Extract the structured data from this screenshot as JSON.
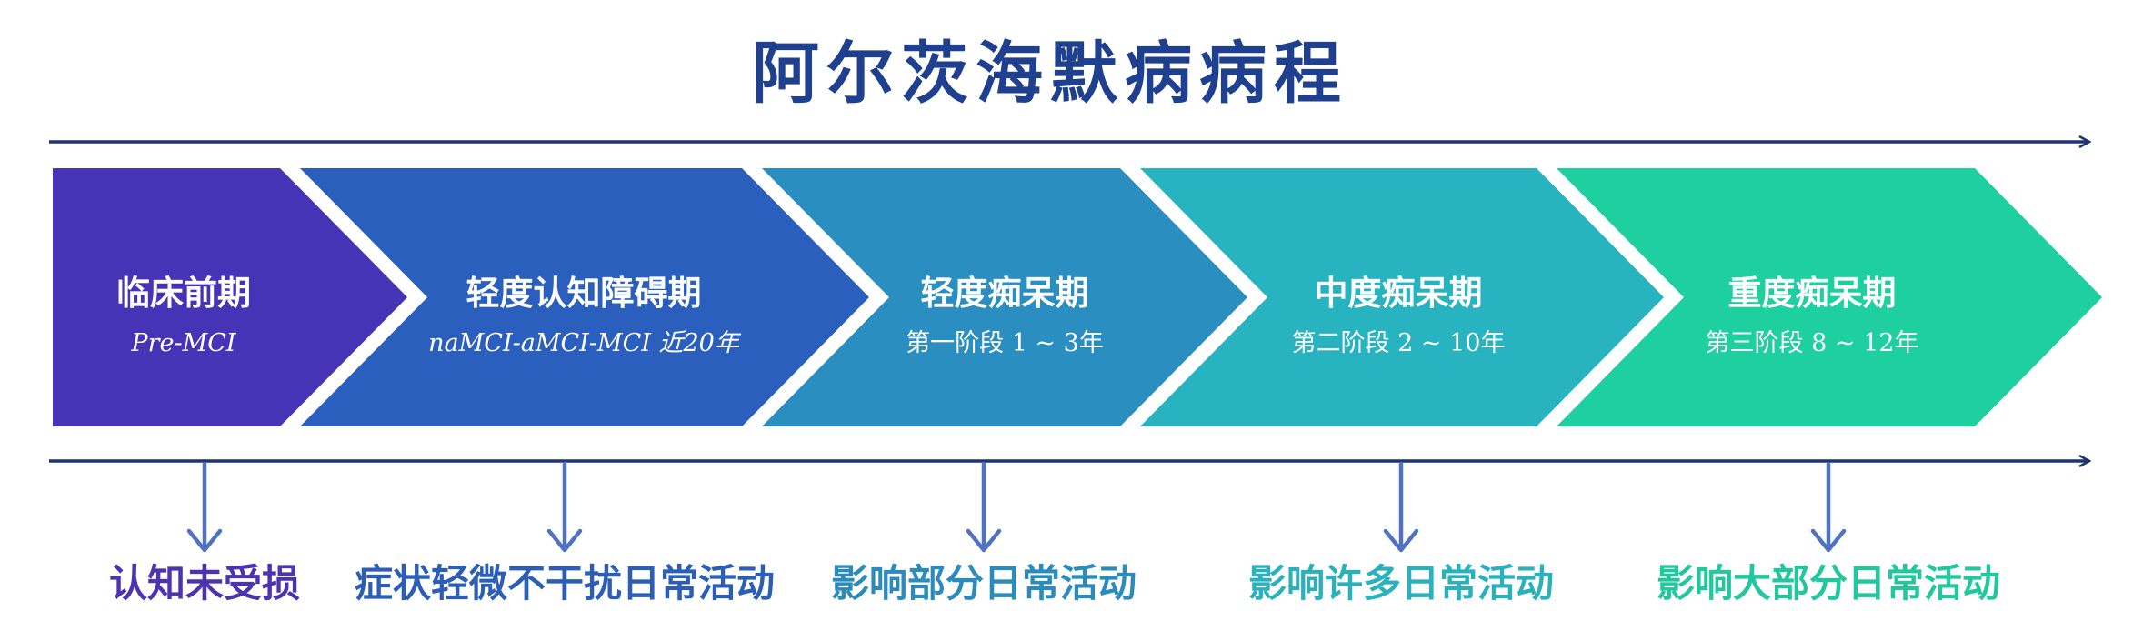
{
  "title": "阿尔茨海默病病程",
  "colors": {
    "title": "#1f3f8f",
    "axis": "#1f3572",
    "down_arrow": "#4f72c4",
    "stage_text": "#ffffff"
  },
  "stages": [
    {
      "name": "临床前期",
      "sub": "Pre-MCI",
      "sub_style": "italic",
      "color": "#4634b6",
      "impact": "认知未受损",
      "impact_color": "#4a34b0"
    },
    {
      "name": "轻度认知障碍期",
      "sub": "naMCI-aMCI-MCI 近20年",
      "sub_style": "italic",
      "color": "#2b5fbd",
      "impact": "症状轻微不干扰日常活动",
      "impact_color": "#2c5eb6"
    },
    {
      "name": "轻度痴呆期",
      "sub": "第一阶段 1 ~ 3年",
      "sub_style": "normal",
      "color": "#2a8ec0",
      "impact": "影响部分日常活动",
      "impact_color": "#2b8cbc"
    },
    {
      "name": "中度痴呆期",
      "sub": "第二阶段 2 ~ 10年",
      "sub_style": "normal",
      "color": "#27b3bf",
      "impact": "影响许多日常活动",
      "impact_color": "#2ab1bb"
    },
    {
      "name": "重度痴呆期",
      "sub": "第三阶段  8 ~ 12年",
      "sub_style": "normal",
      "color": "#1ecfa0",
      "impact": "影响大部分日常活动",
      "impact_color": "#22c79d"
    }
  ]
}
